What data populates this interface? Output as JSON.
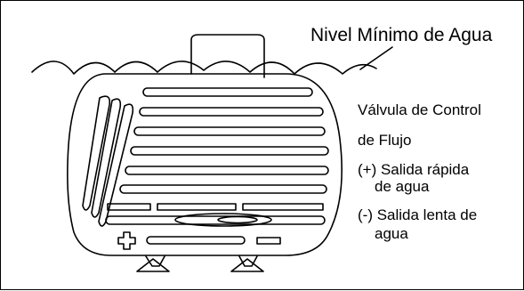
{
  "labels": {
    "water_level": "Nivel Mínimo de Agua",
    "valve_line1": "Válvula de Control",
    "valve_line2": "de Flujo",
    "plus_line1": "(+) Salida rápida",
    "plus_line2": "de agua",
    "minus_line1": "(-) Salida lenta de",
    "minus_line2": "agua"
  },
  "icons": [
    "plus-sign-icon"
  ],
  "colors": {
    "stroke": "#000000",
    "background": "#ffffff"
  }
}
